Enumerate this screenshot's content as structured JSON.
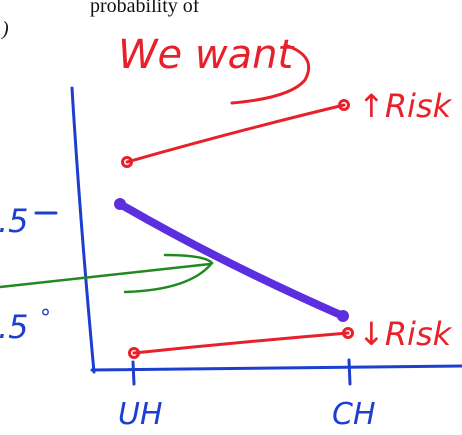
{
  "header_text": {
    "line1": "probability of",
    "line2": ")"
  },
  "annotations": {
    "we_want": "We want",
    "up_risk": "↑Risk",
    "down_risk": "↓Risk",
    "y_tick_upper": ".5",
    "y_tick_lower": ".5"
  },
  "x_axis": {
    "ticks": [
      "UH",
      "CH"
    ]
  },
  "colors": {
    "red_ink": "#e8202a",
    "blue_ink": "#5b2fe0",
    "green_ink": "#1f8a1f",
    "axis_ink": "#1c3fd0"
  }
}
